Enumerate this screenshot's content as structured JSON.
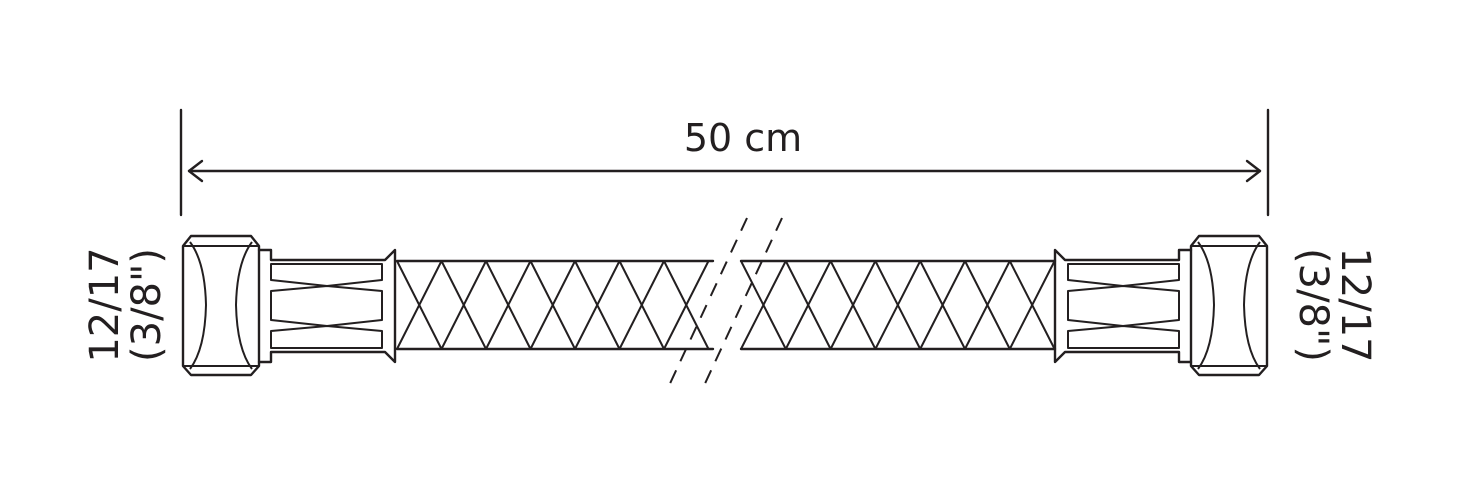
{
  "dimension": {
    "length_label": "50 cm"
  },
  "left_fitting": {
    "size_label": "12/17",
    "inch_label": "(3/8\")"
  },
  "right_fitting": {
    "size_label": "12/17",
    "inch_label": "(3/8\")"
  },
  "colors": {
    "line": "#231f20",
    "background": "#ffffff"
  }
}
